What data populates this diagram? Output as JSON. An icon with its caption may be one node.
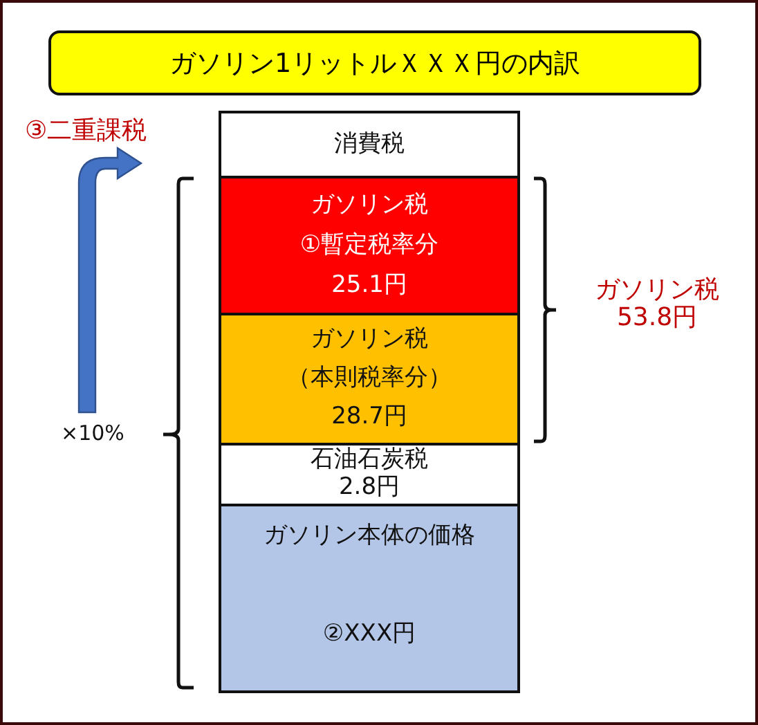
{
  "diagram": {
    "title": "ガソリン1リットルＸＸＸ円の内訳",
    "nodes": [
      {
        "text": [
          "消費税"
        ]
      },
      {
        "text": [
          "ガソリン税",
          "①暫定税率分",
          "25.1円"
        ]
      },
      {
        "text": [
          "ガソリン税",
          "（本則税率分）",
          "28.7円"
        ]
      },
      {
        "text": [
          "石油石炭税",
          "2.8円"
        ]
      },
      {
        "text": [
          "ガソリン本体の価格",
          "②XXX円"
        ]
      }
    ],
    "labels": [
      "③二重課税",
      "ガソリン税 53.8円",
      "×10%"
    ]
  }
}
